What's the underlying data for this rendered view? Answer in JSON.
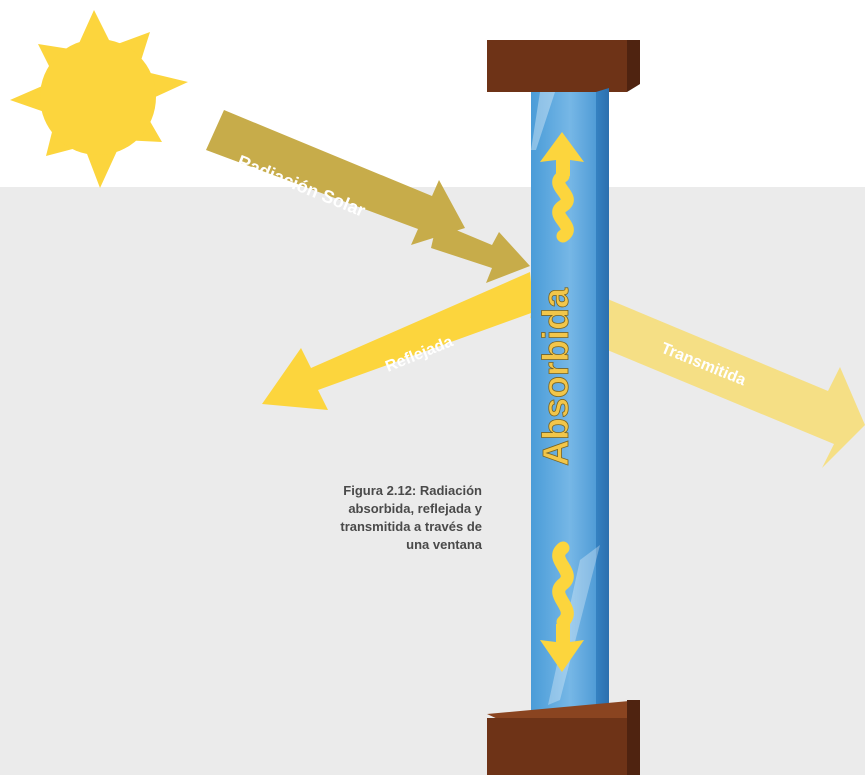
{
  "labels": {
    "solar": "Radiación Solar",
    "reflected": "Reflejada",
    "transmitted": "Transmitida",
    "absorbed": "Absorbida"
  },
  "caption": [
    "Figura 2.12: Radiación",
    "absorbida, reflejada y",
    "transmitida a través de",
    "una ventana"
  ],
  "colors": {
    "background_lower": "#ebebeb",
    "sun": "#fcd53d",
    "solar_arrow": "#c7ac4a",
    "reflected_arrow": "#fcd53d",
    "transmitted_arrow": "#f5df85",
    "glass": "#4fa1dc",
    "frame": "#6e3317",
    "absorbed_text": "#f2c64a"
  },
  "icons": {
    "sun": "sun-icon",
    "wave_top": "wavy-double-arrow-icon",
    "wave_bottom": "wavy-double-arrow-icon"
  }
}
